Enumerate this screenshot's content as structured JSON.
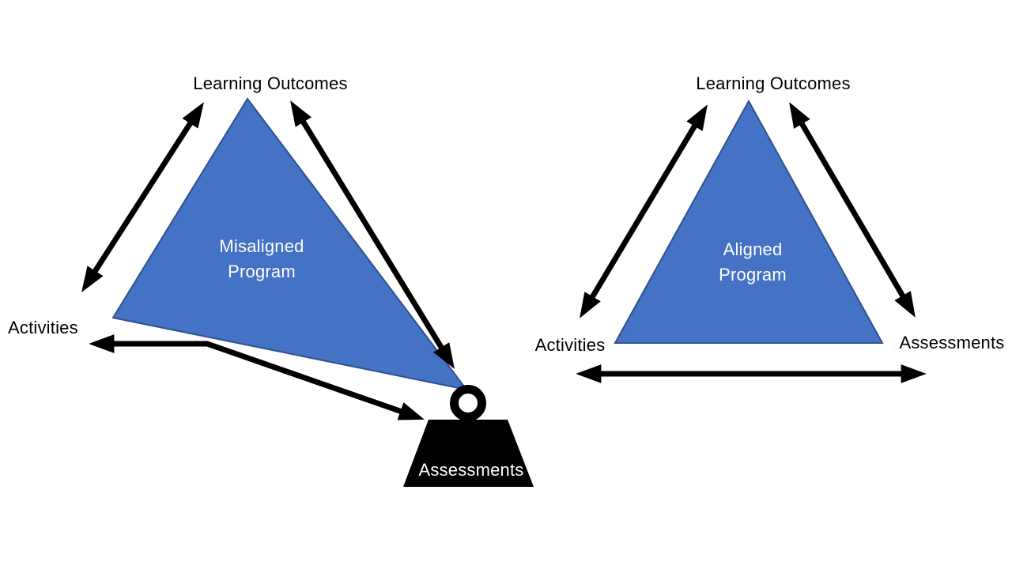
{
  "colors": {
    "background": "#FFFFFF",
    "triangle_fill": "#4472C4",
    "triangle_stroke": "#2F528F",
    "arrow": "#000000",
    "label_text": "#000000",
    "inner_text": "#FFFFFF",
    "weight_fill": "#000000"
  },
  "left_diagram": {
    "vertex_labels": {
      "top": "Learning Outcomes",
      "left": "Activities",
      "bottom_right": "Assessments"
    },
    "center_label": {
      "line1": "Misaligned",
      "line2": "Program"
    },
    "icons": {
      "bottom_right": "weight-icon"
    }
  },
  "right_diagram": {
    "vertex_labels": {
      "top": "Learning Outcomes",
      "bottom_left": "Activities",
      "bottom_right": "Assessments"
    },
    "center_label": {
      "line1": "Aligned",
      "line2": "Program"
    }
  }
}
